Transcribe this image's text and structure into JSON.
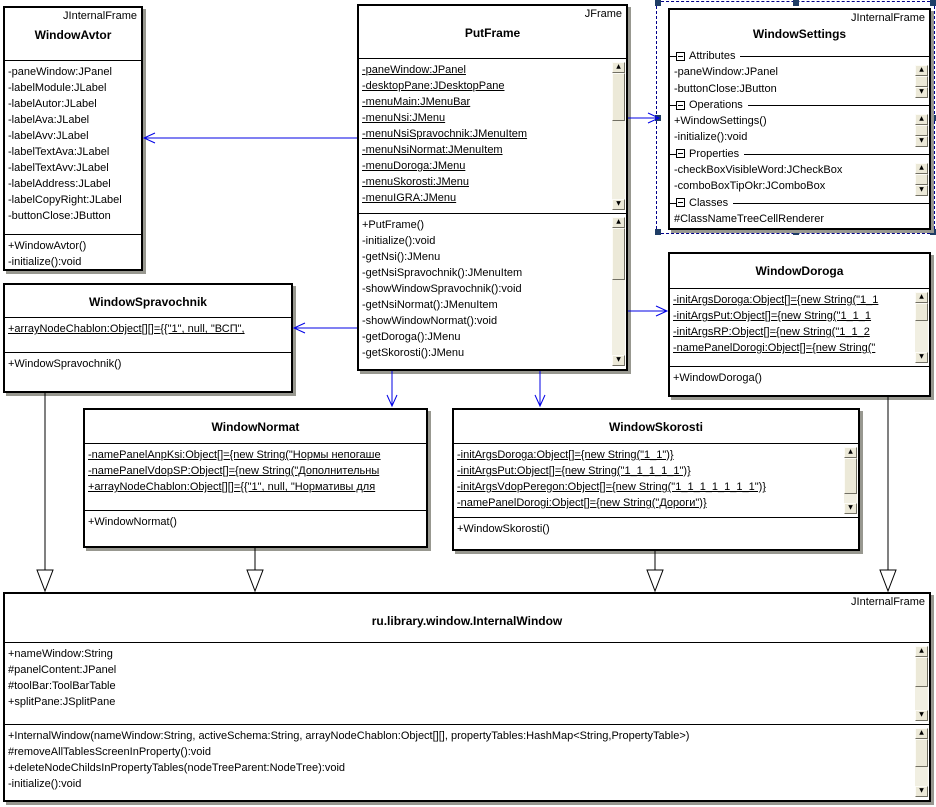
{
  "diagram": {
    "selected_element": "WindowSettings",
    "association_color": "#0000e6",
    "generalization_color": "#000000"
  },
  "classes": {
    "windowAvtor": {
      "stereotype": "JInternalFrame",
      "name": "WindowAvtor",
      "attributes": [
        "-paneWindow:JPanel",
        "-labelModule:JLabel",
        "-labelAutor:JLabel",
        "-labelAva:JLabel",
        "-labelAvv:JLabel",
        "-labelTextAva:JLabel",
        "-labelTextAvv:JLabel",
        "-labelAddress:JLabel",
        "-labelCopyRight:JLabel",
        "-buttonClose:JButton"
      ],
      "methods": [
        "+WindowAvtor()",
        "-initialize():void"
      ]
    },
    "putFrame": {
      "stereotype": "JFrame",
      "name": "PutFrame",
      "attributes": [
        "-paneWindow:JPanel",
        "-desktopPane:JDesktopPane",
        "-menuMain:JMenuBar",
        "-menuNsi:JMenu",
        "-menuNsiSpravochnik:JMenuItem",
        "-menuNsiNormat:JMenuItem",
        "-menuDoroga:JMenu",
        "-menuSkorosti:JMenu",
        "-menuIGRA:JMenu"
      ],
      "methods": [
        "+PutFrame()",
        "-initialize():void",
        "-getNsi():JMenu",
        "-getNsiSpravochnik():JMenuItem",
        "-showWindowSpravochnik():void",
        "-getNsiNormat():JMenuItem",
        "-showWindowNormat():void",
        "-getDoroga():JMenu",
        "-getSkorosti():JMenu"
      ]
    },
    "windowSettings": {
      "stereotype": "JInternalFrame",
      "name": "WindowSettings",
      "sections": [
        {
          "label": "Attributes",
          "items": [
            "-paneWindow:JPanel",
            "-buttonClose:JButton"
          ]
        },
        {
          "label": "Operations",
          "items": [
            "+WindowSettings()",
            "-initialize():void"
          ]
        },
        {
          "label": "Properties",
          "items": [
            "-checkBoxVisibleWord:JCheckBox",
            "-comboBoxTipOkr:JComboBox"
          ]
        },
        {
          "label": "Classes",
          "items": [
            "#ClassNameTreeCellRenderer"
          ]
        }
      ]
    },
    "windowSpravochnik": {
      "name": "WindowSpravochnik",
      "attributes": [
        "+arrayNodeChablon:Object[][]={{\"1\", null, \"ВСП\","
      ],
      "methods": [
        "+WindowSpravochnik()"
      ]
    },
    "windowDoroga": {
      "name": "WindowDoroga",
      "attributes": [
        "-initArgsDoroga:Object[]={new String(\"1_1",
        "-initArgsPut:Object[]={new String(\"1_1_1",
        "-initArgsRP:Object[]={new String(\"1_1_2",
        "-namePanelDorogi:Object[]={new String(\""
      ],
      "methods": [
        "+WindowDoroga()"
      ]
    },
    "windowNormat": {
      "name": "WindowNormat",
      "attributes": [
        "-namePanelAnpKsi:Object[]={new String(\"Нормы непогаше",
        "-namePanelVdopSP:Object[]={new String(\"Дополнительны",
        "+arrayNodeChablon:Object[][]={{\"1\", null, \"Нормативы для"
      ],
      "methods": [
        "+WindowNormat()"
      ]
    },
    "windowSkorosti": {
      "name": "WindowSkorosti",
      "attributes": [
        "-initArgsDoroga:Object[]={new String(\"1_1\")}",
        "-initArgsPut:Object[]={new String(\"1_1_1_1_1\")}",
        "-initArgsVdopPeregon:Object[]={new String(\"1_1_1_1_1_1_1\")}",
        "-namePanelDorogi:Object[]={new String(\"Дороги\")}"
      ],
      "methods": [
        "+WindowSkorosti()"
      ]
    },
    "internalWindow": {
      "stereotype": "JInternalFrame",
      "name": "ru.library.window.InternalWindow",
      "attributes": [
        "+nameWindow:String",
        "#panelContent:JPanel",
        "#toolBar:ToolBarTable",
        "+splitPane:JSplitPane"
      ],
      "methods": [
        "+InternalWindow(nameWindow:String, activeSchema:String, arrayNodeChablon:Object[][], propertyTables:HashMap<String,PropertyTable>)",
        "#removeAllTablesScreenInProperty():void",
        "+deleteNodeChildsInPropertyTables(nodeTreeParent:NodeTree):void",
        "-initialize():void"
      ]
    }
  }
}
